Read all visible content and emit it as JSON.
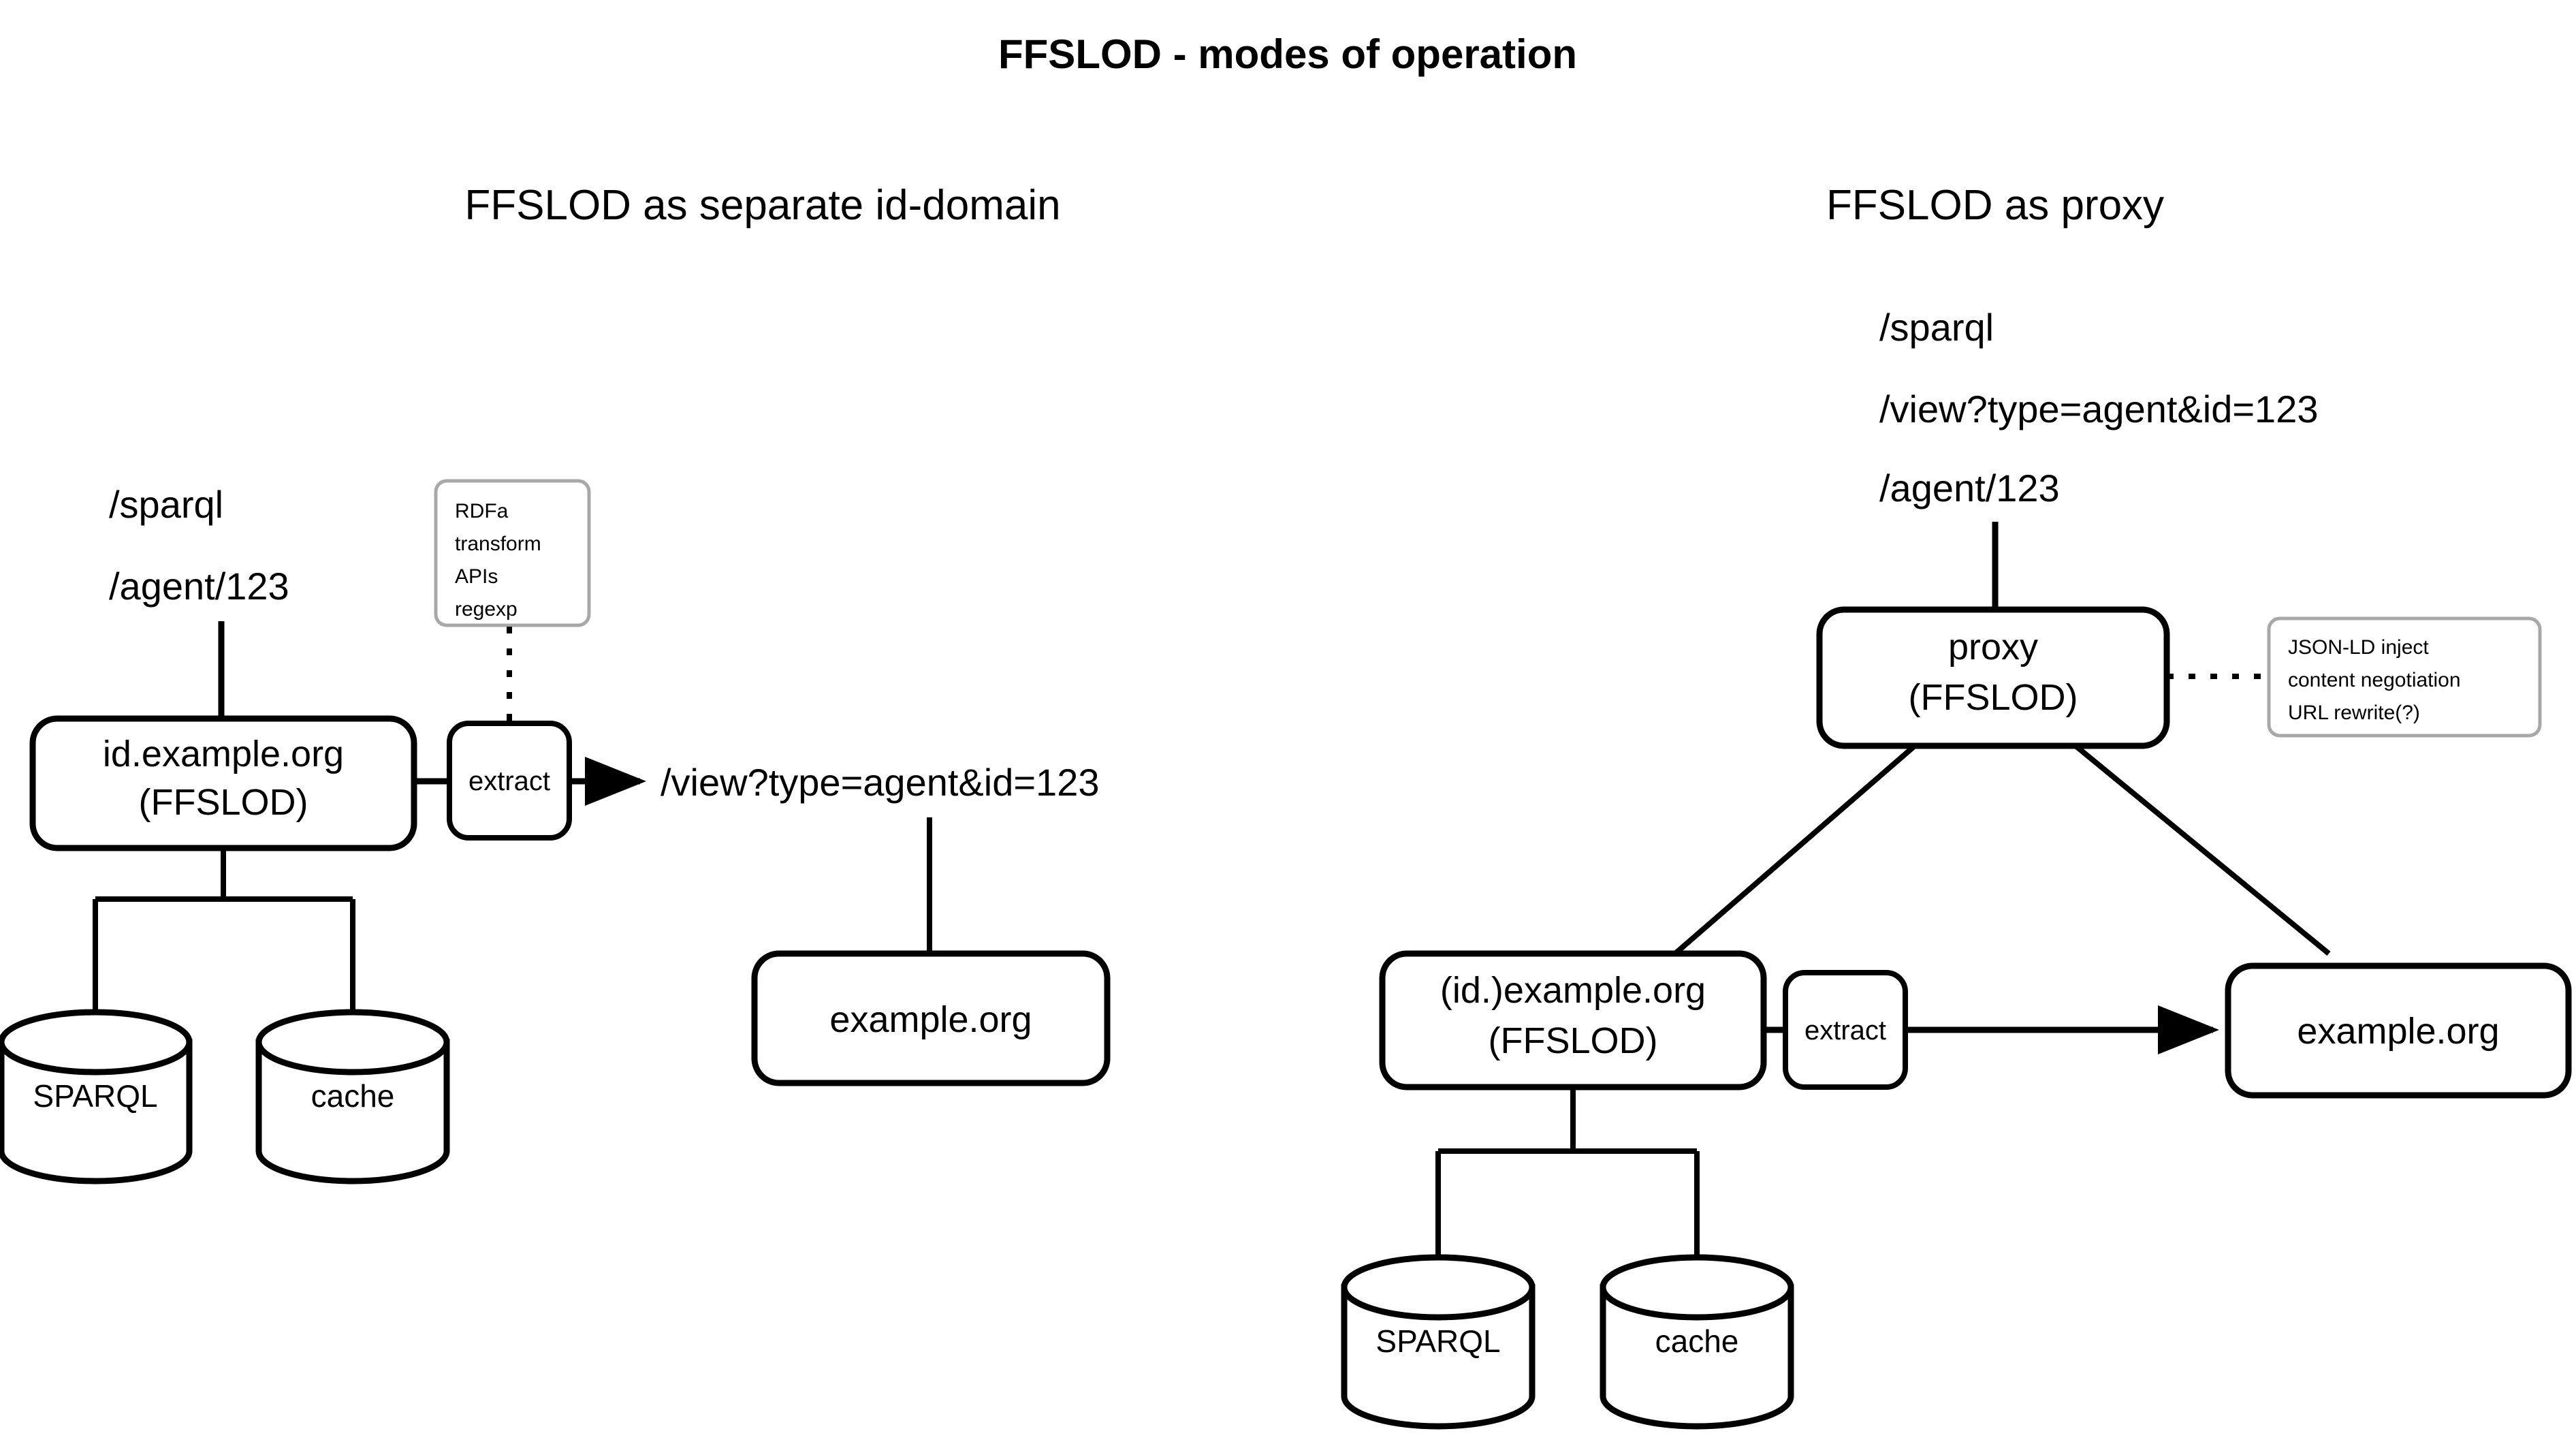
{
  "title": "FFSLOD - modes of operation",
  "sections": [
    {
      "heading": "FFSLOD as separate id-domain",
      "urls": [
        "/sparql",
        "/agent/123"
      ],
      "main_node": {
        "line1": "id.example.org",
        "line2": "(FFSLOD)"
      },
      "extract_label": "extract",
      "output_url": "/view?type=agent&id=123",
      "target_node": "example.org",
      "note": {
        "lines": [
          "RDFa",
          "transform",
          "APIs",
          "regexp"
        ]
      },
      "stores": [
        "SPARQL",
        "cache"
      ]
    },
    {
      "heading": "FFSLOD as proxy",
      "urls": [
        "/sparql",
        "/view?type=agent&id=123",
        "/agent/123"
      ],
      "proxy_node": {
        "line1": "proxy",
        "line2": "(FFSLOD)"
      },
      "main_node": {
        "line1": "(id.)example.org",
        "line2": "(FFSLOD)"
      },
      "extract_label": "extract",
      "target_node": "example.org",
      "note": {
        "lines": [
          "JSON-LD inject",
          "content negotiation",
          "URL rewrite(?)"
        ]
      },
      "stores": [
        "SPARQL",
        "cache"
      ]
    }
  ],
  "colors": {
    "stroke": "#000000",
    "note_border": "#a8a8a8",
    "background": "#ffffff"
  }
}
